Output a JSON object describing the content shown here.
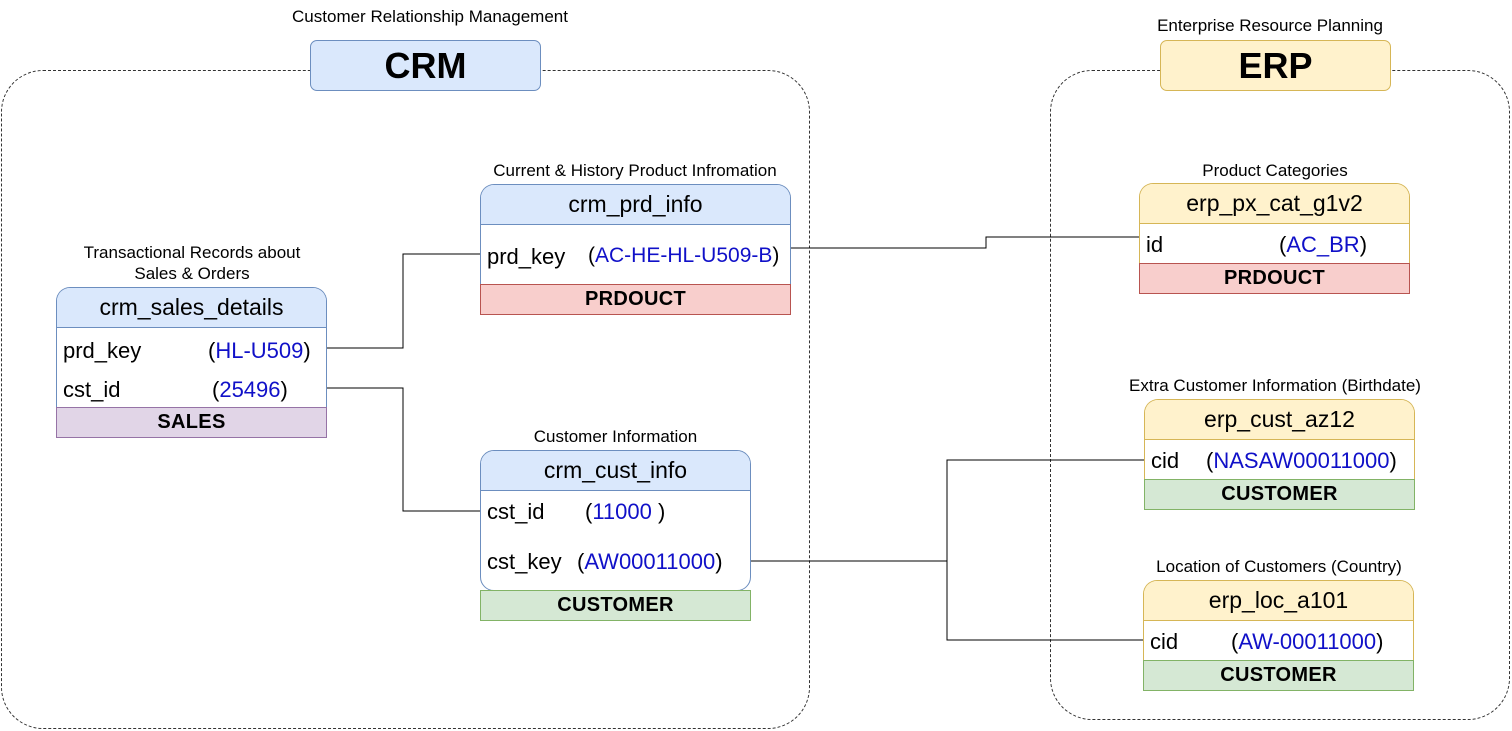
{
  "crm": {
    "subtitle": "Customer Relationship Management",
    "label": "CRM",
    "tables": {
      "sales": {
        "caption_line1": "Transactional Records about",
        "caption_line2": "Sales & Orders",
        "name": "crm_sales_details",
        "fields": [
          {
            "key": "prd_key",
            "open": "(",
            "value": "HL-U509",
            "close": ")"
          },
          {
            "key": "cst_id",
            "open": "(",
            "value": "25496",
            "close": ")"
          }
        ],
        "tag": "SALES"
      },
      "prd": {
        "caption": "Current & History Product Infromation",
        "name": "crm_prd_info",
        "fields": [
          {
            "key": "prd_key",
            "open": "(",
            "value": "AC-HE-HL-U509-B",
            "close": ")"
          }
        ],
        "tag": "PRDOUCT"
      },
      "cust": {
        "caption": "Customer Information",
        "name": "crm_cust_info",
        "fields": [
          {
            "key": "cst_id",
            "open": "(",
            "value": "11000",
            "close": " )"
          },
          {
            "key": "cst_key",
            "open": "(",
            "value": "AW00011000",
            "close": ")"
          }
        ],
        "tag": "CUSTOMER"
      }
    }
  },
  "erp": {
    "subtitle": "Enterprise Resource Planning",
    "label": "ERP",
    "tables": {
      "px": {
        "caption": "Product Categories",
        "name": "erp_px_cat_g1v2",
        "fields": [
          {
            "key": "id",
            "open": "(",
            "value": "AC_BR",
            "close": ")"
          }
        ],
        "tag": "PRDOUCT"
      },
      "cust": {
        "caption": "Extra Customer Information (Birthdate)",
        "name": "erp_cust_az12",
        "fields": [
          {
            "key": "cid",
            "open": "(",
            "value": "NASAW00011000",
            "close": ")"
          }
        ],
        "tag": "CUSTOMER"
      },
      "loc": {
        "caption": "Location of Customers (Country)",
        "name": "erp_loc_a101",
        "fields": [
          {
            "key": "cid",
            "open": "(",
            "value": "AW-00011000",
            "close": ")"
          }
        ],
        "tag": "CUSTOMER"
      }
    }
  },
  "colors": {
    "crm_fill": "#dae8fc",
    "erp_fill": "#fff2cc",
    "product_tag": "#f8cecc",
    "sales_tag": "#e1d5e7",
    "customer_tag": "#d5e8d4",
    "value_text": "#1010c8"
  }
}
